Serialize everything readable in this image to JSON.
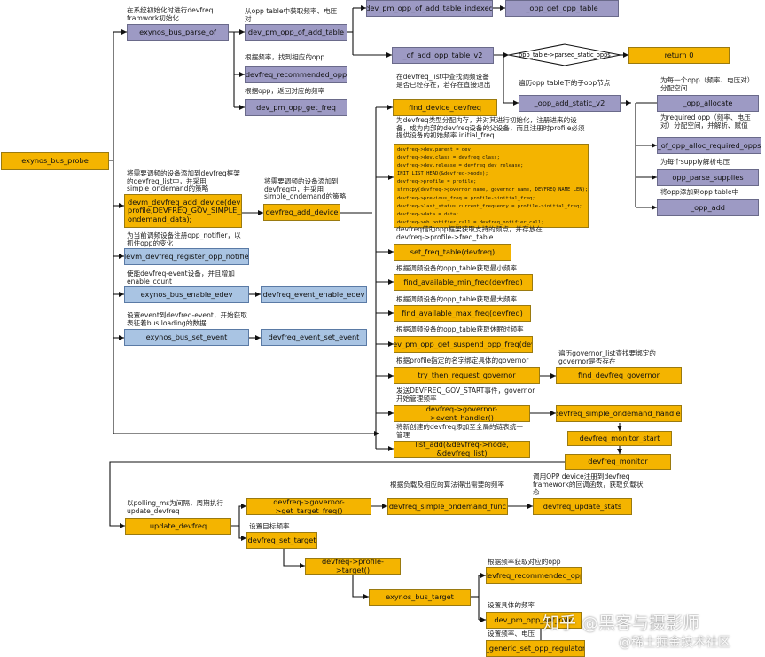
{
  "colors": {
    "purple": "#9d9ac4",
    "orange": "#f4b400",
    "blue": "#a9c4e3",
    "line": "#111111"
  },
  "nodes": {
    "probe": "exynos_bus_probe",
    "parse_of": "exynos_bus_parse_of",
    "add_table": "dev_pm_opp_of_add_table",
    "add_table_indexed": "dev_pm_opp_of_add_table_indexed",
    "opp_get_table": "_opp_get_opp_table",
    "of_add_v2": "_of_add_opp_table_v2",
    "parsed_check": "opp_table->parsed_static_opps",
    "return0": "return 0",
    "add_static": "_opp_add_static_v2",
    "opp_allocate": "_opp_allocate",
    "alloc_required": "_of_opp_alloc_required_opps",
    "parse_supplies": "opp_parse_supplies",
    "opp_add": "_opp_add",
    "recommended": "devfreq_recommended_opp",
    "get_freq": "dev_pm_opp_get_freq",
    "devm_add": "devm_devfreq_add_device(dev, profile,DEVFREQ_GOV_SIMPLE_ONDEMAND, ondemand_data);",
    "register_notifier": "devm_devfreq_register_opp_notifier",
    "enable_edev": "exynos_bus_enable_edev",
    "event_enable": "devfreq_event_enable_edev",
    "set_event": "exynos_bus_set_event",
    "event_set": "devfreq_event_set_event",
    "add_device": "devfreq_add_device",
    "find_device": "find_device_devfreq",
    "init_code": [
      "devfreq->dev.parent = dev;",
      "devfreq->dev.class = devfreq_class;",
      "devfreq->dev.release = devfreq_dev_release;",
      "INIT_LIST_HEAD(&devfreq->node);",
      "devfreq->profile = profile;",
      "strncpy(devfreq->governor_name, governor_name, DEVFREQ_NAME_LEN);",
      "devfreq->previous_freq = profile->initial_freq;",
      "devfreq->last_status.current_frequency = profile->initial_freq;",
      "devfreq->data = data;",
      "devfreq->nb.notifier_call = devfreq_notifier_call;"
    ],
    "set_freq_table": "set_freq_table(devfreq)",
    "find_min": "find_available_min_freq(devfreq)",
    "find_max": "find_available_max_freq(devfreq)",
    "suspend_freq": "dev_pm_opp_get_suspend_opp_freq(dev)",
    "try_governor": "try_then_request_governor",
    "find_governor": "find_devfreq_governor",
    "event_handler": "devfreq->governor->event_handler()",
    "simple_handler": "devfreq_simple_ondemand_handler",
    "monitor_start": "devfreq_monitor_start",
    "list_add": "list_add(&devfreq->node, &devfreq_list)",
    "monitor": "devfreq_monitor",
    "update_devfreq": "update_devfreq",
    "get_target_freq": "devfreq->governor->get_target_freq()",
    "ondemand_func": "devfreq_simple_ondemand_func",
    "update_stats": "devfreq_update_stats",
    "set_target": "devfreq_set_target",
    "profile_target": "devfreq->profile->target()",
    "bus_target": "exynos_bus_target",
    "recommended2": "devfreq_recommended_opp",
    "set_opp": "dev_pm_opp_set_rate",
    "generic_set": "_generic_set_opp_regulator"
  },
  "notes": {
    "n_parse_of": "在系统初始化时进行devfreq framwork初始化",
    "n_add_table": "从opp table中获取频率、电压对",
    "n_recommended": "根据频率，找到相应的opp",
    "n_get_freq": "根据opp，返回对应的频率",
    "n_add_static": "遍历opp table下的子opp节点",
    "n_allocate": "为每一个opp（频率、电压对）分配空间",
    "n_alloc_required": "为required opp（频率、电压对）分配空间，并解析、赋值",
    "n_supplies": "为每个supply解析电压",
    "n_opp_add": "将opp添加到opp table中",
    "n_devm_add": "将需要调频的设备添加到devfreq框架的devfreq_list中，并采用simple_ondemand的策略",
    "n_add_device": "将需要调频的设备添加到devfreq中，并采用simple_ondemand的策略",
    "n_register_notifier": "为当前调频设备注册opp_notifier，以抓住opp的变化",
    "n_enable_edev": "使能devfreq-event设备，并且增加enable_count",
    "n_set_event": "设置event到devfreq-event，开始获取表征着bus loading的数据",
    "n_find_device": "在devfreq_list中查找调频设备是否已经存在，若存在直接退出",
    "n_init": "为devfreq类型分配内存，并对其进行初始化，注册进来的设备，成为内部的devfreq设备的父设备，而且注册时profile必须提供设备的初始频率 initial_freq",
    "n_set_freq_table": "devfreq借助opp框架获取支持的频点，并存放在devfreq->profile->freq_table",
    "n_find_min": "根据调频设备的opp_table获取最小频率",
    "n_find_max": "根据调频设备的opp_table获取最大频率",
    "n_suspend": "根据调频设备的opp_table获取休眠时频率",
    "n_try_governor": "根据profile指定的名字绑定具体的governor",
    "n_find_governor": "遍历governor_list查找要绑定的governor是否存在",
    "n_event_handler": "发送DEVFREQ_GOV_START事件，governor开始管理频率",
    "n_list_add": "将新创建的devfreq添加至全局的链表统一管理",
    "n_monitor": "调用OPP device注册到devfreq framework的回调函数，获取负载状态",
    "n_update": "以polling_ms为间隔，周期执行update_devfreq",
    "n_ondemand": "根据负载及相应的算法得出需要的频率",
    "n_set_target": "设置目标频率",
    "n_recommended2": "根据频率获取对应的opp",
    "n_set_opp": "设置具体的频率",
    "n_generic": "设置频率、电压"
  },
  "watermark": {
    "line1": "知乎 @黑客与摄影师",
    "line2": "@稀土掘金技术社区"
  }
}
